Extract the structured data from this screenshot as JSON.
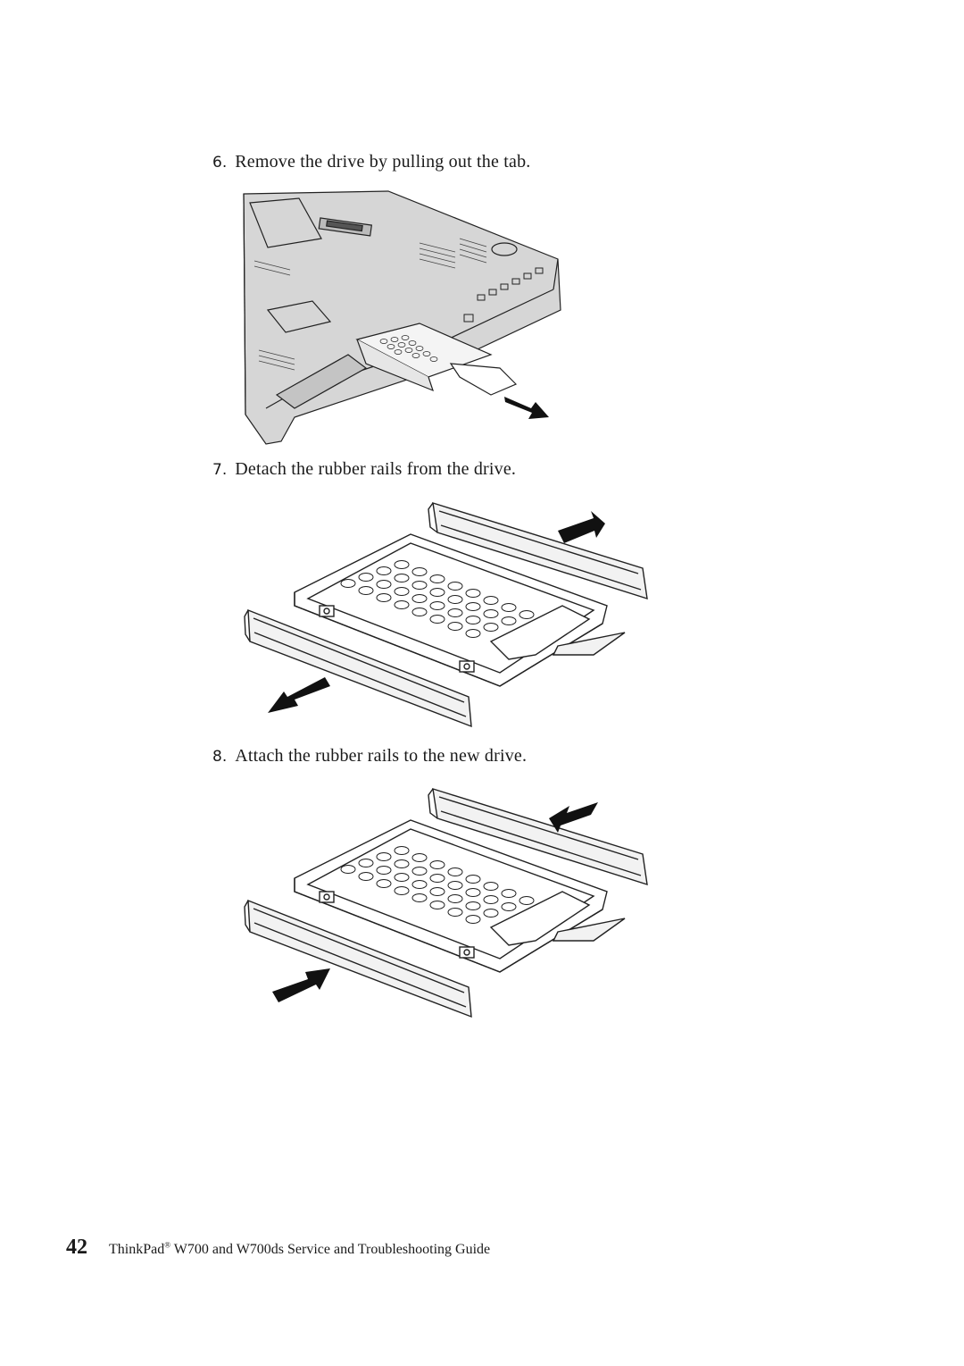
{
  "steps": [
    {
      "number": "6.",
      "text": "Remove the drive by pulling out the tab."
    },
    {
      "number": "7.",
      "text": "Detach the rubber rails from the drive."
    },
    {
      "number": "8.",
      "text": "Attach the rubber rails to the new drive."
    }
  ],
  "footer": {
    "page_number": "42",
    "brand": "ThinkPad",
    "registered_mark": "®",
    "title_rest": " W700 and W700ds Service and Troubleshooting Guide"
  }
}
